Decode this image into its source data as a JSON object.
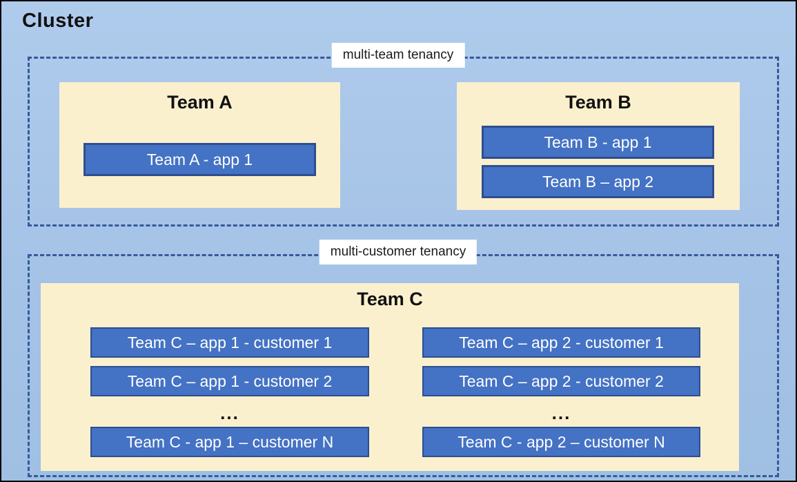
{
  "title": "Cluster",
  "colors": {
    "background_blue": "#A5C3E7",
    "panel_cream": "#FBF0CE",
    "app_fill_blue": "#4472C4",
    "app_border_navy": "#2E4E8F",
    "dashed_border_blue": "#35599B",
    "outer_border": "#000000",
    "label_background": "#FFFFFF"
  },
  "sections": [
    {
      "label": "multi-team tenancy",
      "teams": [
        {
          "name": "Team A",
          "apps": [
            "Team A - app 1"
          ]
        },
        {
          "name": "Team B",
          "apps": [
            "Team B - app 1",
            "Team B – app 2"
          ]
        }
      ]
    },
    {
      "label": "multi-customer tenancy",
      "team": {
        "name": "Team C",
        "columns": [
          {
            "rows": [
              "Team C – app 1 - customer 1",
              "Team C – app 1 - customer 2"
            ],
            "ellipsis": "...",
            "last_row": "Team C - app 1 – customer N"
          },
          {
            "rows": [
              "Team C – app 2 - customer 1",
              "Team C – app 2 - customer 2"
            ],
            "ellipsis": "...",
            "last_row": "Team C - app 2 – customer N"
          }
        ]
      }
    }
  ]
}
